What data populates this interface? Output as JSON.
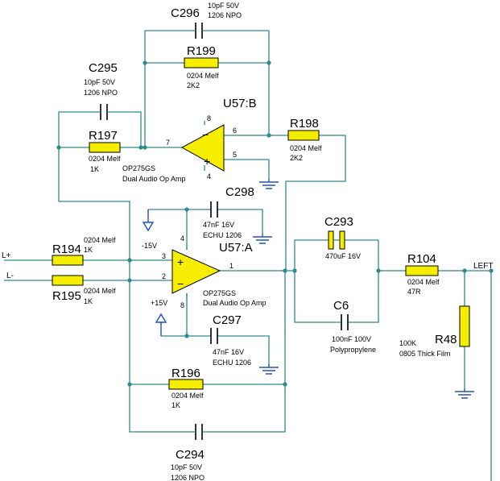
{
  "diagram": {
    "nets": {
      "in_plus": "L+",
      "in_minus": "L-",
      "out": "LEFT"
    },
    "supplies": {
      "neg": "-15V",
      "pos": "+15V"
    },
    "opamps": [
      {
        "ref": "U57:B",
        "value": "OP275GS",
        "desc": "Dual Audio Op Amp",
        "pins": {
          "inv": "6",
          "noninv": "5",
          "out": "7",
          "vplus": "8",
          "vminus": "4"
        }
      },
      {
        "ref": "U57:A",
        "value": "OP275GS",
        "desc": "Dual Audio Op Amp",
        "pins": {
          "noninv": "3",
          "inv": "2",
          "out": "1",
          "vminus": "4",
          "vplus": "8"
        }
      }
    ],
    "resistors": [
      {
        "ref": "R199",
        "pkg": "0204 Melf",
        "value": "2K2"
      },
      {
        "ref": "R197",
        "pkg": "0204 Melf",
        "value": "1K"
      },
      {
        "ref": "R198",
        "pkg": "0204 Melf",
        "value": "2K2"
      },
      {
        "ref": "R194",
        "pkg": "0204 Melf",
        "value": "1K"
      },
      {
        "ref": "R195",
        "pkg": "0204 Melf",
        "value": "1K"
      },
      {
        "ref": "R196",
        "pkg": "0204 Melf",
        "value": "1K"
      },
      {
        "ref": "R104",
        "pkg": "0204 Melf",
        "value": "47R"
      },
      {
        "ref": "R48",
        "pkg": "0805 Thick Film",
        "value": "100K"
      }
    ],
    "capacitors": [
      {
        "ref": "C296",
        "value": "10pF 50V",
        "pkg": "1206 NPO"
      },
      {
        "ref": "C295",
        "value": "10pF 50V",
        "pkg": "1206 NPO"
      },
      {
        "ref": "C298",
        "value": "47nF 16V",
        "pkg": "ECHU 1206"
      },
      {
        "ref": "C297",
        "value": "47nF 16V",
        "pkg": "ECHU 1206"
      },
      {
        "ref": "C293",
        "value": "470uF 16V",
        "pkg": ""
      },
      {
        "ref": "C6",
        "value": "100nF 100V",
        "pkg": "Polypropylene"
      },
      {
        "ref": "C294",
        "value": "10pF 50V",
        "pkg": "1206 NPO"
      }
    ]
  },
  "colors": {
    "wire": "#2e8b8b",
    "ground": "#2050c0",
    "part_fill": "#f5ee00"
  }
}
